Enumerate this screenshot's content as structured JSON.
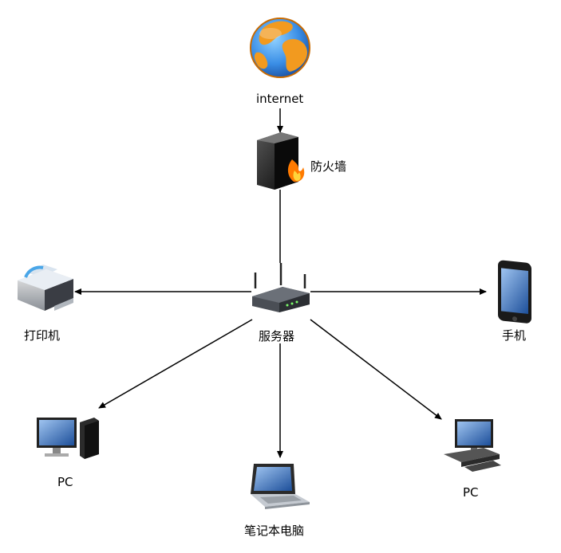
{
  "nodes": {
    "internet": {
      "label": "internet",
      "icon": "globe-icon"
    },
    "firewall": {
      "label": "防火墙",
      "icon": "firewall-icon"
    },
    "server": {
      "label": "服务器",
      "icon": "wireless-router-icon"
    },
    "printer": {
      "label": "打印机",
      "icon": "printer-icon"
    },
    "phone": {
      "label": "手机",
      "icon": "smartphone-icon"
    },
    "pc_left": {
      "label": "PC",
      "icon": "desktop-computer-icon"
    },
    "laptop": {
      "label": "笔记本电脑",
      "icon": "laptop-icon"
    },
    "pc_right": {
      "label": "PC",
      "icon": "workstation-icon"
    }
  },
  "edges": [
    {
      "from": "internet",
      "to": "firewall",
      "arrow": true
    },
    {
      "from": "firewall",
      "to": "server",
      "arrow": false
    },
    {
      "from": "server",
      "to": "printer",
      "arrow": true
    },
    {
      "from": "server",
      "to": "phone",
      "arrow": true
    },
    {
      "from": "server",
      "to": "pc_left",
      "arrow": true
    },
    {
      "from": "server",
      "to": "laptop",
      "arrow": true
    },
    {
      "from": "server",
      "to": "pc_right",
      "arrow": true
    }
  ],
  "colors": {
    "edge": "#000000",
    "globe_ocean": "#3a8ee6",
    "globe_land": "#f29a1f",
    "fire": "#ff7a00"
  }
}
